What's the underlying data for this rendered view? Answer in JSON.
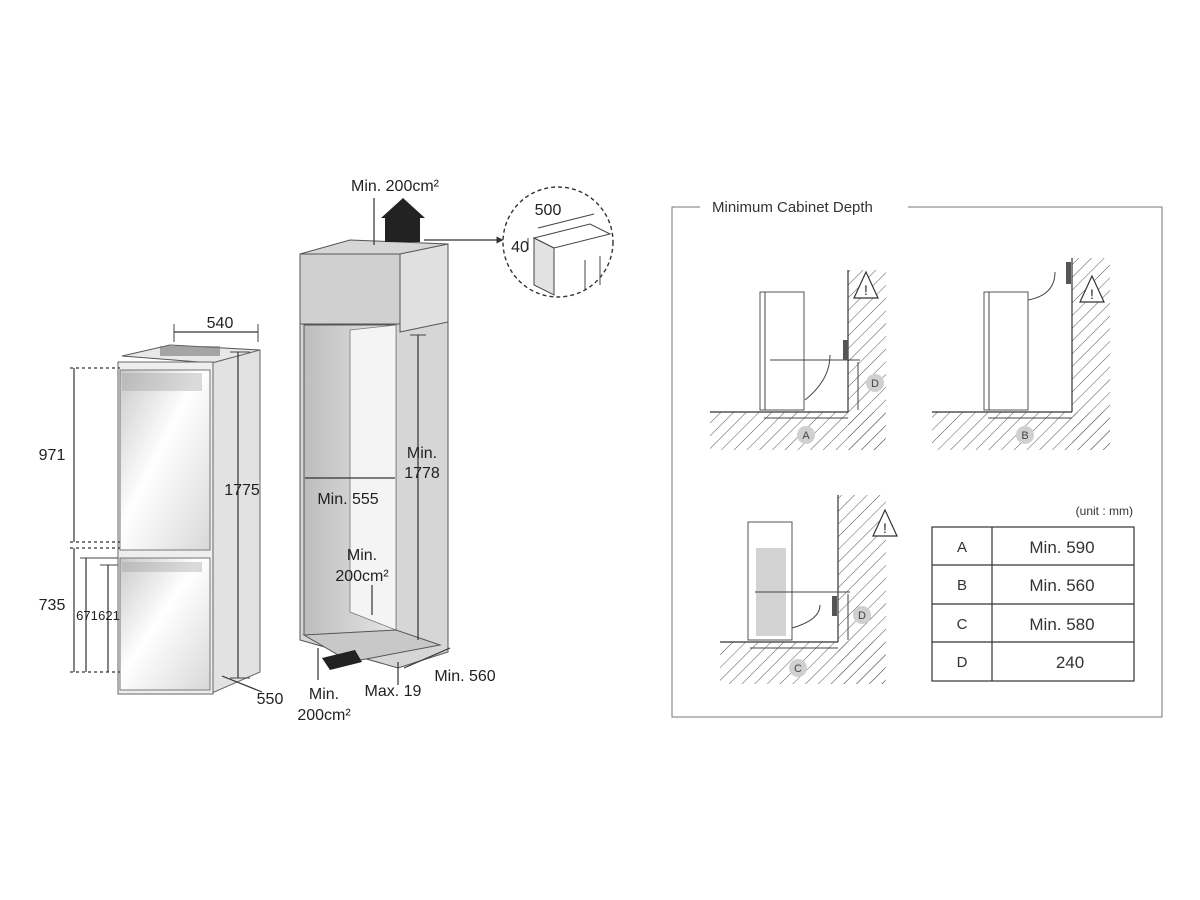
{
  "fridge": {
    "width": "540",
    "height_total": "1775",
    "depth": "550",
    "upper_height": "971",
    "lower_height": "735",
    "dim_671": "671",
    "dim_621": "621"
  },
  "cabinet": {
    "top_vent_label": "Min. 200cm²",
    "inner_width_label": "Min. 555",
    "inner_height_line1": "Min.",
    "inner_height_line2": "1778",
    "mid_vent_line1": "Min.",
    "mid_vent_line2": "200cm²",
    "bottom_vent_line1": "Min.",
    "bottom_vent_line2": "200cm²",
    "plinth_label": "Max. 19",
    "depth_label": "Min. 560"
  },
  "detail": {
    "width_label": "500",
    "height_label": "40"
  },
  "min_depth_panel": {
    "title": "Minimum Cabinet Depth",
    "unit": "(unit : mm)",
    "markers": {
      "a": "A",
      "b": "B",
      "c": "C",
      "d": "D"
    },
    "warning_symbol": "!",
    "table": [
      {
        "key": "A",
        "value": "Min. 590"
      },
      {
        "key": "B",
        "value": "Min. 560"
      },
      {
        "key": "C",
        "value": "Min. 580"
      },
      {
        "key": "D",
        "value": "240"
      }
    ]
  }
}
